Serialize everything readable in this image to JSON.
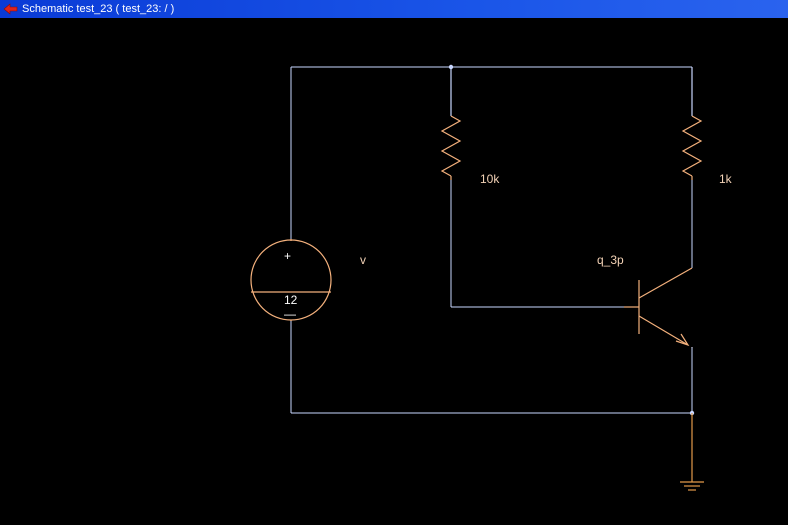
{
  "window": {
    "title": "Schematic test_23 ( test_23: / )",
    "icon": "schematic-app-icon"
  },
  "colors": {
    "titlebar": "#1a55e8",
    "background": "#000000",
    "wire": "#c9d7ff",
    "component": "#f3b07c",
    "label": "#f3d2b6",
    "ground": "#e39a4a"
  },
  "schematic": {
    "voltage_source": {
      "label": "v",
      "value": "12",
      "plus": "+",
      "minus": "—"
    },
    "resistor_base": {
      "value": "10k"
    },
    "resistor_collector": {
      "value": "1k"
    },
    "transistor": {
      "label": "q_3p"
    }
  }
}
